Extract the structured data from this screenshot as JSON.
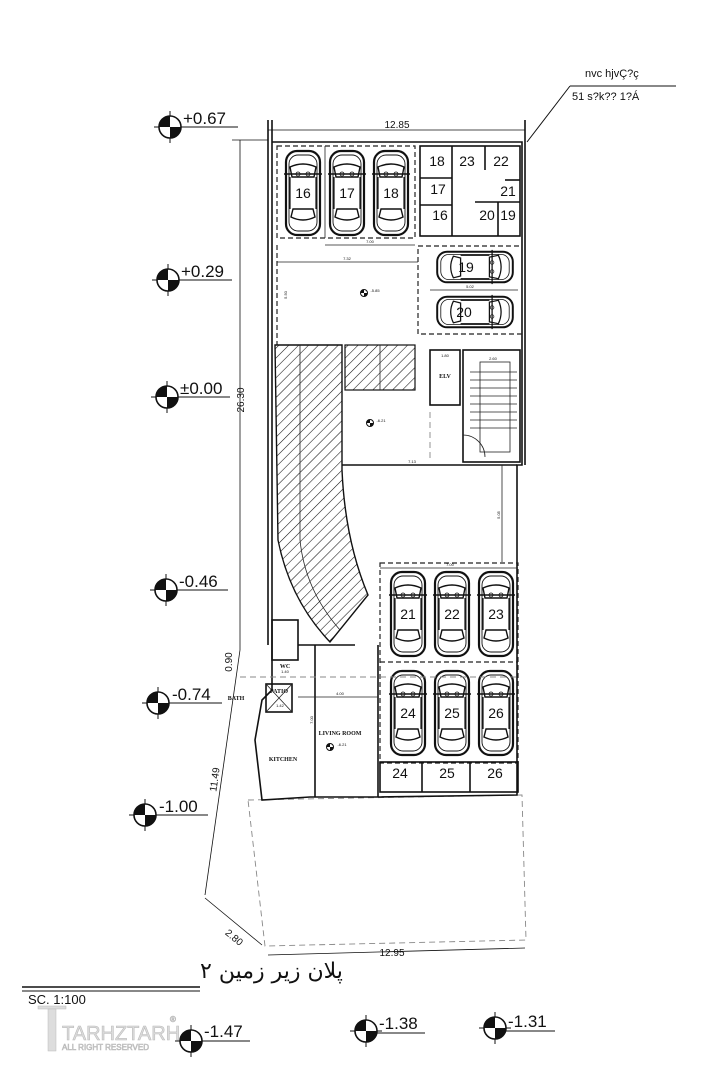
{
  "drawing": {
    "title": "پلان زیر زمین ۲",
    "scale": "SC. 1:100",
    "stamp_line1": "nvc hjvÇ?ç",
    "stamp_line2": "51 s?k?? 1?Á",
    "watermark": "TARHZTARH",
    "watermark_sub": "ALL RIGHT RESERVED",
    "watermark_mark": "®"
  },
  "levels": [
    "+0.67",
    "+0.29",
    "±0.00",
    "-0.46",
    "-0.74",
    "-1.00",
    "-1.47",
    "-1.38",
    "-1.31"
  ],
  "dimensions": {
    "top_width": "12.85",
    "left_length": "26.30",
    "bottom_width": "12.95",
    "lower_left": "11.49",
    "corner": "2.80",
    "offset": "0.90",
    "parking_top_row": "7.00",
    "driveway_width": "7.32",
    "driveway_depth": "5.50",
    "side_parking": "5.02",
    "mid_width": "7.13",
    "mid_depth": "5.05",
    "lower_parking": "7.00",
    "living_width": "4.00",
    "living_depth": "7.00",
    "elv_width": "1.80",
    "stair_width": "2.60",
    "wc_width": "1.40",
    "patio_width": "1.42"
  },
  "spot_levels": {
    "top": "-5.85",
    "mid": "-6.21",
    "living": "-6.21"
  },
  "parking": {
    "top": [
      "16",
      "17",
      "18"
    ],
    "side": [
      "19",
      "20"
    ],
    "lower_row1": [
      "21",
      "22",
      "23"
    ],
    "lower_row2": [
      "24",
      "25",
      "26"
    ]
  },
  "storage": {
    "top": [
      "18",
      "23",
      "22",
      "17",
      "21",
      "16",
      "20",
      "19"
    ],
    "bottom": [
      "24",
      "25",
      "26"
    ]
  },
  "rooms": {
    "elevator": "ELV",
    "wc": "WC",
    "bath": "BATH",
    "patio": "PATIO",
    "kitchen": "KITCHEN",
    "living": "LIVING ROOM"
  }
}
